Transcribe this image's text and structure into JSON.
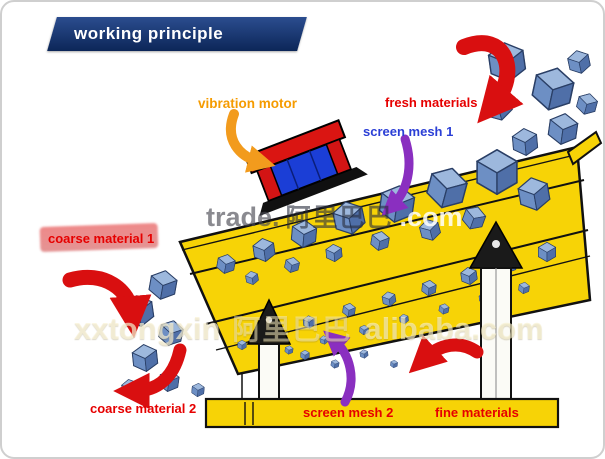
{
  "banner": {
    "title": "working principle"
  },
  "labels": {
    "vibration_motor": "vibration motor",
    "fresh_materials": "fresh materials",
    "screen_mesh_1": "screen mesh 1",
    "coarse_material_1": "coarse material 1",
    "coarse_material_2": "coarse material 2",
    "screen_mesh_2": "screen mesh 2",
    "fine_materials": "fine materials"
  },
  "watermark": {
    "mid_left": "trade.",
    "mid_cn": "阿里巴巴",
    "mid_right": ".com",
    "bottom_left": "xxtongxin",
    "bottom_cn": "阿里巴巴",
    "bottom_right": "alibaba.com"
  },
  "colors": {
    "banner_bg": "#14356e",
    "machine_yellow": "#f7d306",
    "rock_blue": "#6d8fc4",
    "arrow_red": "#d90f10",
    "arrow_orange": "#f29b1d",
    "arrow_purple": "#8a2fc0",
    "label_red": "#e60000",
    "label_blue": "#2b3fd6",
    "label_orange": "#f59b00"
  }
}
